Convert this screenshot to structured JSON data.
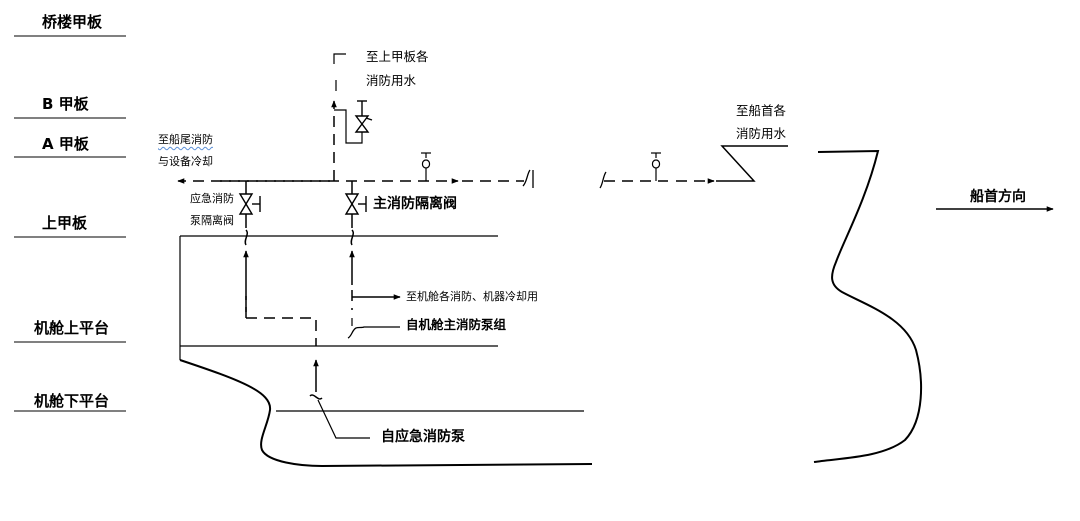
{
  "decks": [
    {
      "id": "bridge",
      "label": "桥楼甲板"
    },
    {
      "id": "b-deck",
      "label": "B 甲板"
    },
    {
      "id": "a-deck",
      "label": "A 甲板"
    },
    {
      "id": "upper-deck",
      "label": "上甲板"
    },
    {
      "id": "engine-upper-platform",
      "label": "机舱上平台"
    },
    {
      "id": "engine-lower-platform",
      "label": "机舱下平台"
    }
  ],
  "labels": {
    "to_upper_decks_line1": "至上甲板各",
    "to_upper_decks_line2": "消防用水",
    "to_stern_line1": "至船尾消防",
    "to_stern_line2": "与设备冷却",
    "to_bow_line1": "至船首各",
    "to_bow_line2": "消防用水",
    "bow_direction": "船首方向",
    "emergency_valve_line1": "应急消防",
    "emergency_valve_line2": "泵隔离阀",
    "main_isolation_valve": "主消防隔离阀",
    "to_engine_room": "至机舱各消防、机器冷却用",
    "from_main_pumps": "自机舱主消防泵组",
    "from_emergency_pump": "自应急消防泵"
  },
  "colors": {
    "line": "#000000",
    "wavy_underline": "#5b8fd6",
    "background": "#ffffff"
  }
}
